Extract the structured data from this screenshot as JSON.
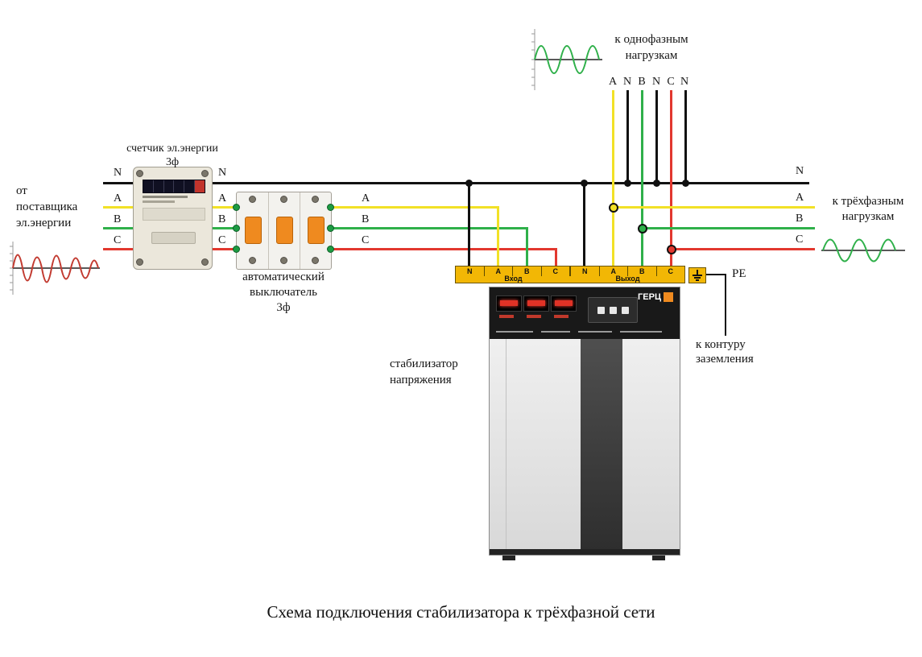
{
  "caption": "Схема подключения стабилизатора к трёхфазной сети",
  "source": {
    "line1": "от",
    "line2": "поставщика",
    "line3": "эл.энергии"
  },
  "meter": {
    "label1": "счетчик эл.энергии",
    "label2": "3ф"
  },
  "breaker": {
    "label1": "автоматический",
    "label2": "выключатель",
    "label3": "3ф"
  },
  "stabilizer": {
    "label1": "стабилизатор",
    "label2": "напряжения",
    "brand": "ГЕРЦ",
    "input_label": "Вход",
    "output_label": "Выход"
  },
  "terminals": {
    "input": [
      "N",
      "A",
      "B",
      "C"
    ],
    "output": [
      "N",
      "A",
      "B",
      "C"
    ],
    "top": [
      "A",
      "N",
      "B",
      "N",
      "C",
      "N"
    ]
  },
  "wire_labels": {
    "left": [
      "N",
      "A",
      "B",
      "C"
    ],
    "after_meter": [
      "N",
      "A",
      "B",
      "C"
    ],
    "after_breaker": [
      "A",
      "B",
      "C"
    ],
    "right": [
      "N",
      "A",
      "B",
      "C"
    ]
  },
  "loads": {
    "single_phase_line1": "к однофазным",
    "single_phase_line2": "нагрузкам",
    "three_phase_line1": "к трёхфазным",
    "three_phase_line2": "нагрузкам"
  },
  "ground": {
    "pe": "PE",
    "line1": "к контуру",
    "line2": "заземления"
  },
  "colors": {
    "phase_n": "#111111",
    "phase_a": "#f2e126",
    "phase_b": "#2fb04a",
    "phase_c": "#e2382f",
    "terminal_strip": "#f2b705",
    "breaker_lever": "#ef8a1f"
  }
}
